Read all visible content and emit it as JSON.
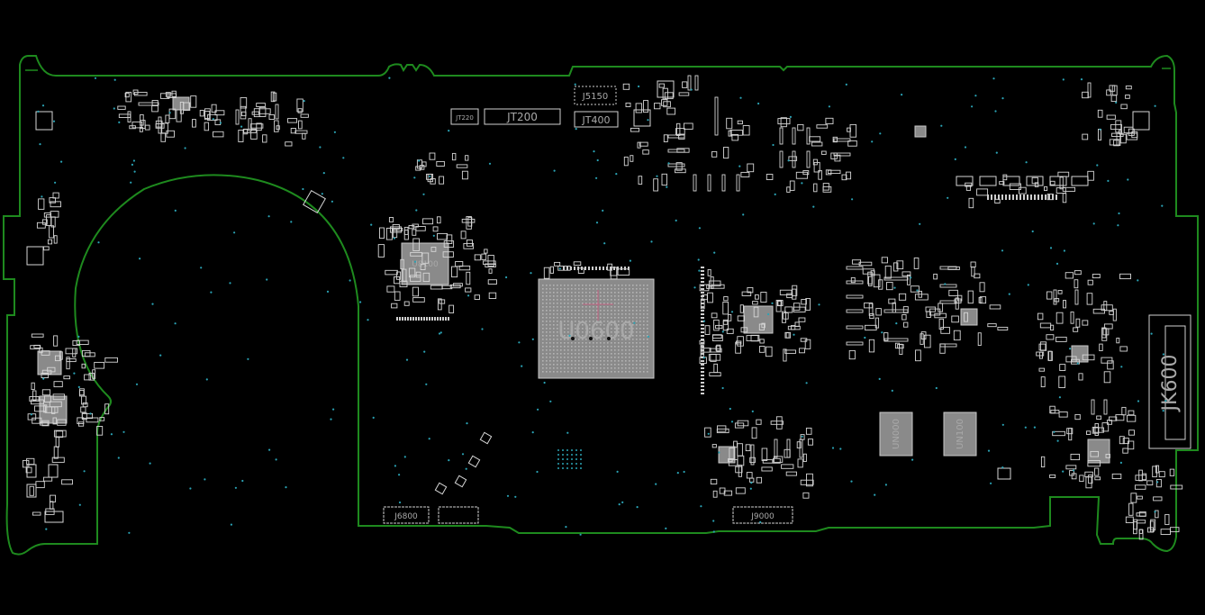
{
  "colors": {
    "background": "#000000",
    "outline": "#1e8a1e",
    "silkscreen": "#d0d0d0",
    "chip_fill": "#8a8a8a",
    "via": "#2aa3b5",
    "marker": "#c06080"
  },
  "labels": {
    "u0600": "U0600",
    "u8100": "U8100",
    "jt200": "JT200",
    "jt400": "JT400",
    "jt220": "JT220",
    "j5150": "J5150",
    "jk600": "JK600",
    "un000": "UN000",
    "un100": "UN100",
    "j6800": "J6800",
    "j9000": "J9000"
  }
}
